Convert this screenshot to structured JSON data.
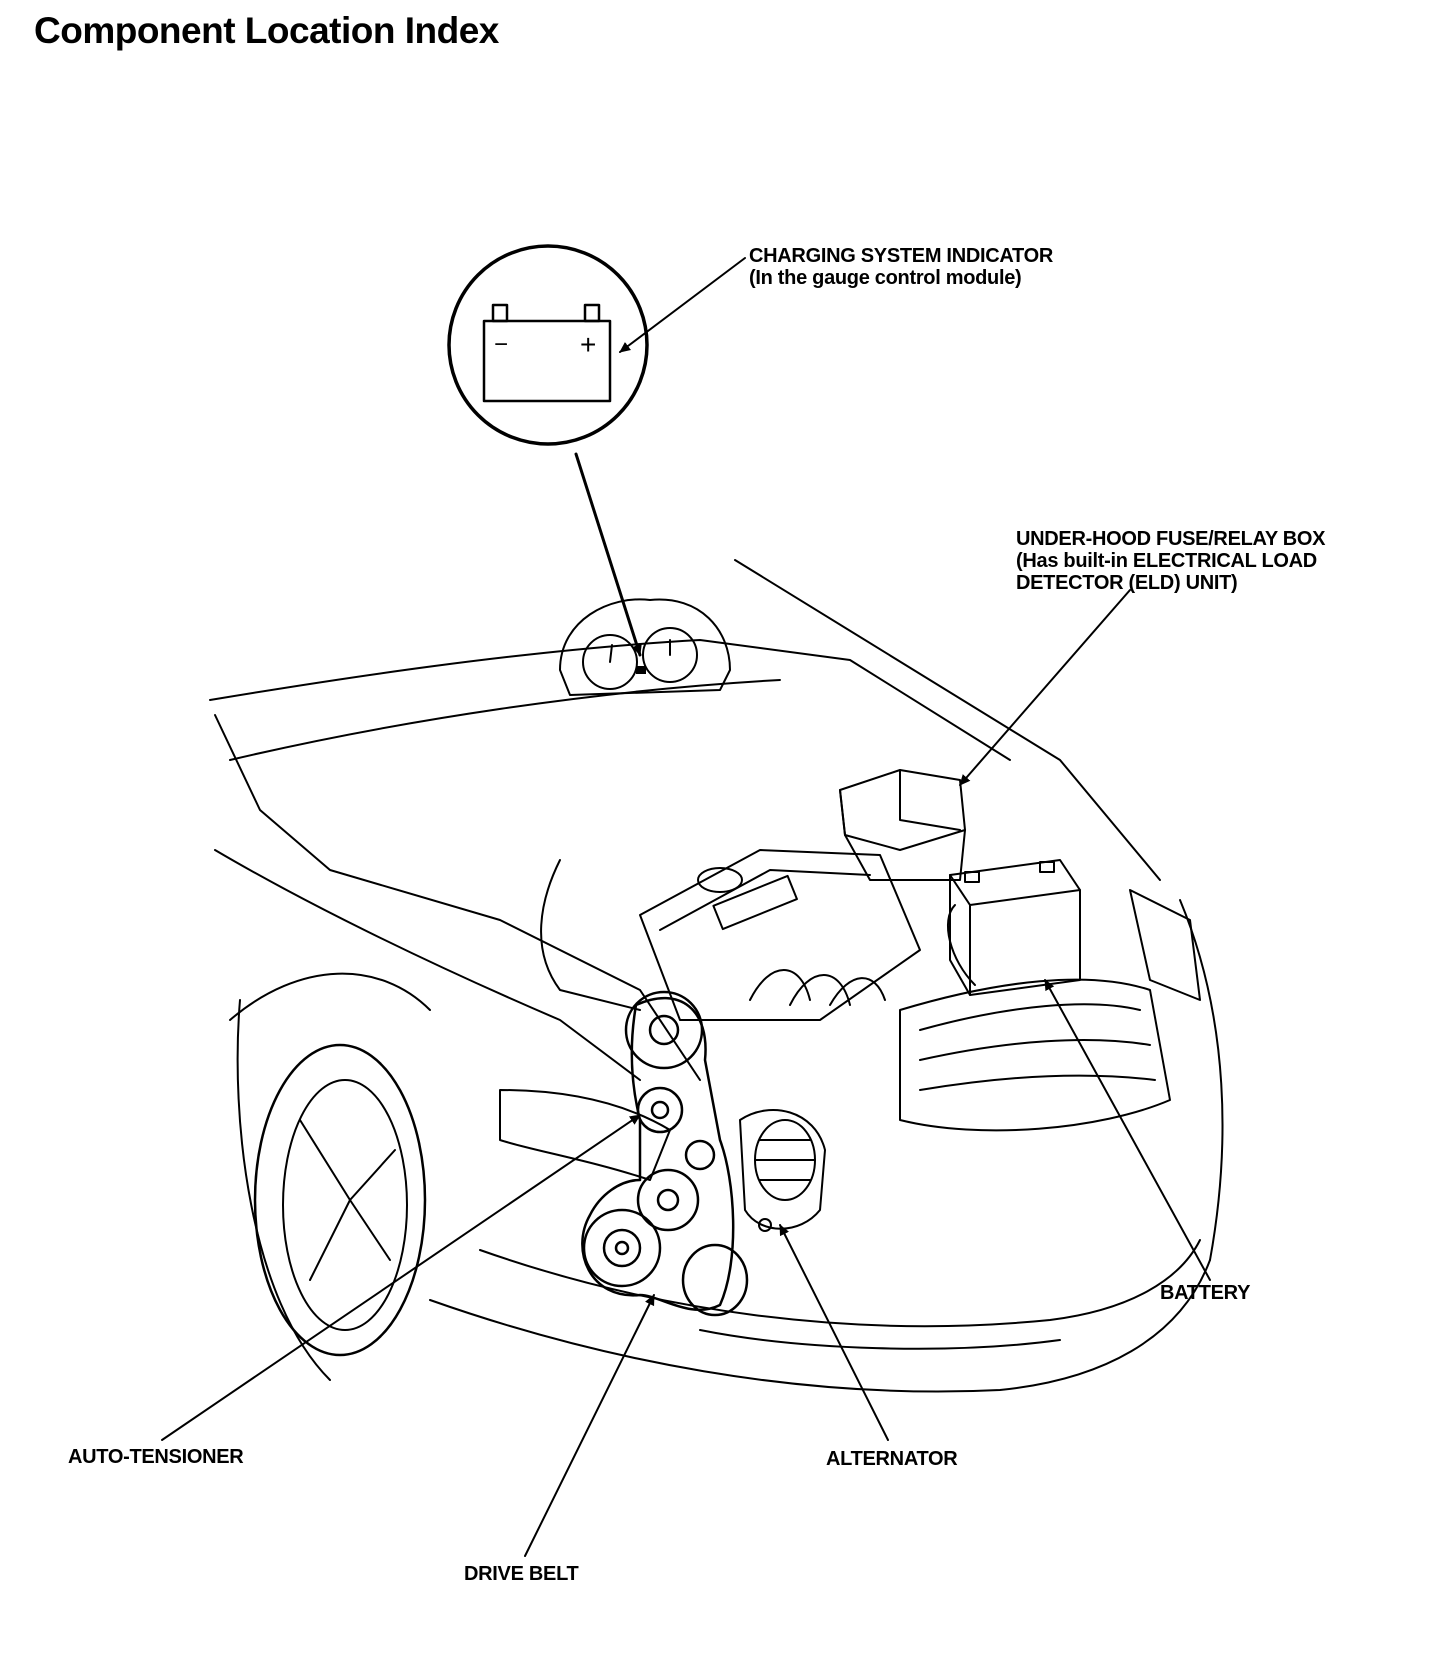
{
  "page_title": "Component Location Index",
  "callouts": {
    "charging_indicator": {
      "line1": "CHARGING SYSTEM INDICATOR",
      "line2": "(In the gauge control module)"
    },
    "fuse_box": {
      "line1": "UNDER-HOOD FUSE/RELAY BOX",
      "line2": "(Has built-in ELECTRICAL LOAD",
      "line3": "DETECTOR (ELD) UNIT)"
    },
    "battery": "BATTERY",
    "auto_tensioner": "AUTO-TENSIONER",
    "alternator": "ALTERNATOR",
    "drive_belt": "DRIVE BELT"
  },
  "indicator_symbols": {
    "minus": "−",
    "plus": "+"
  }
}
